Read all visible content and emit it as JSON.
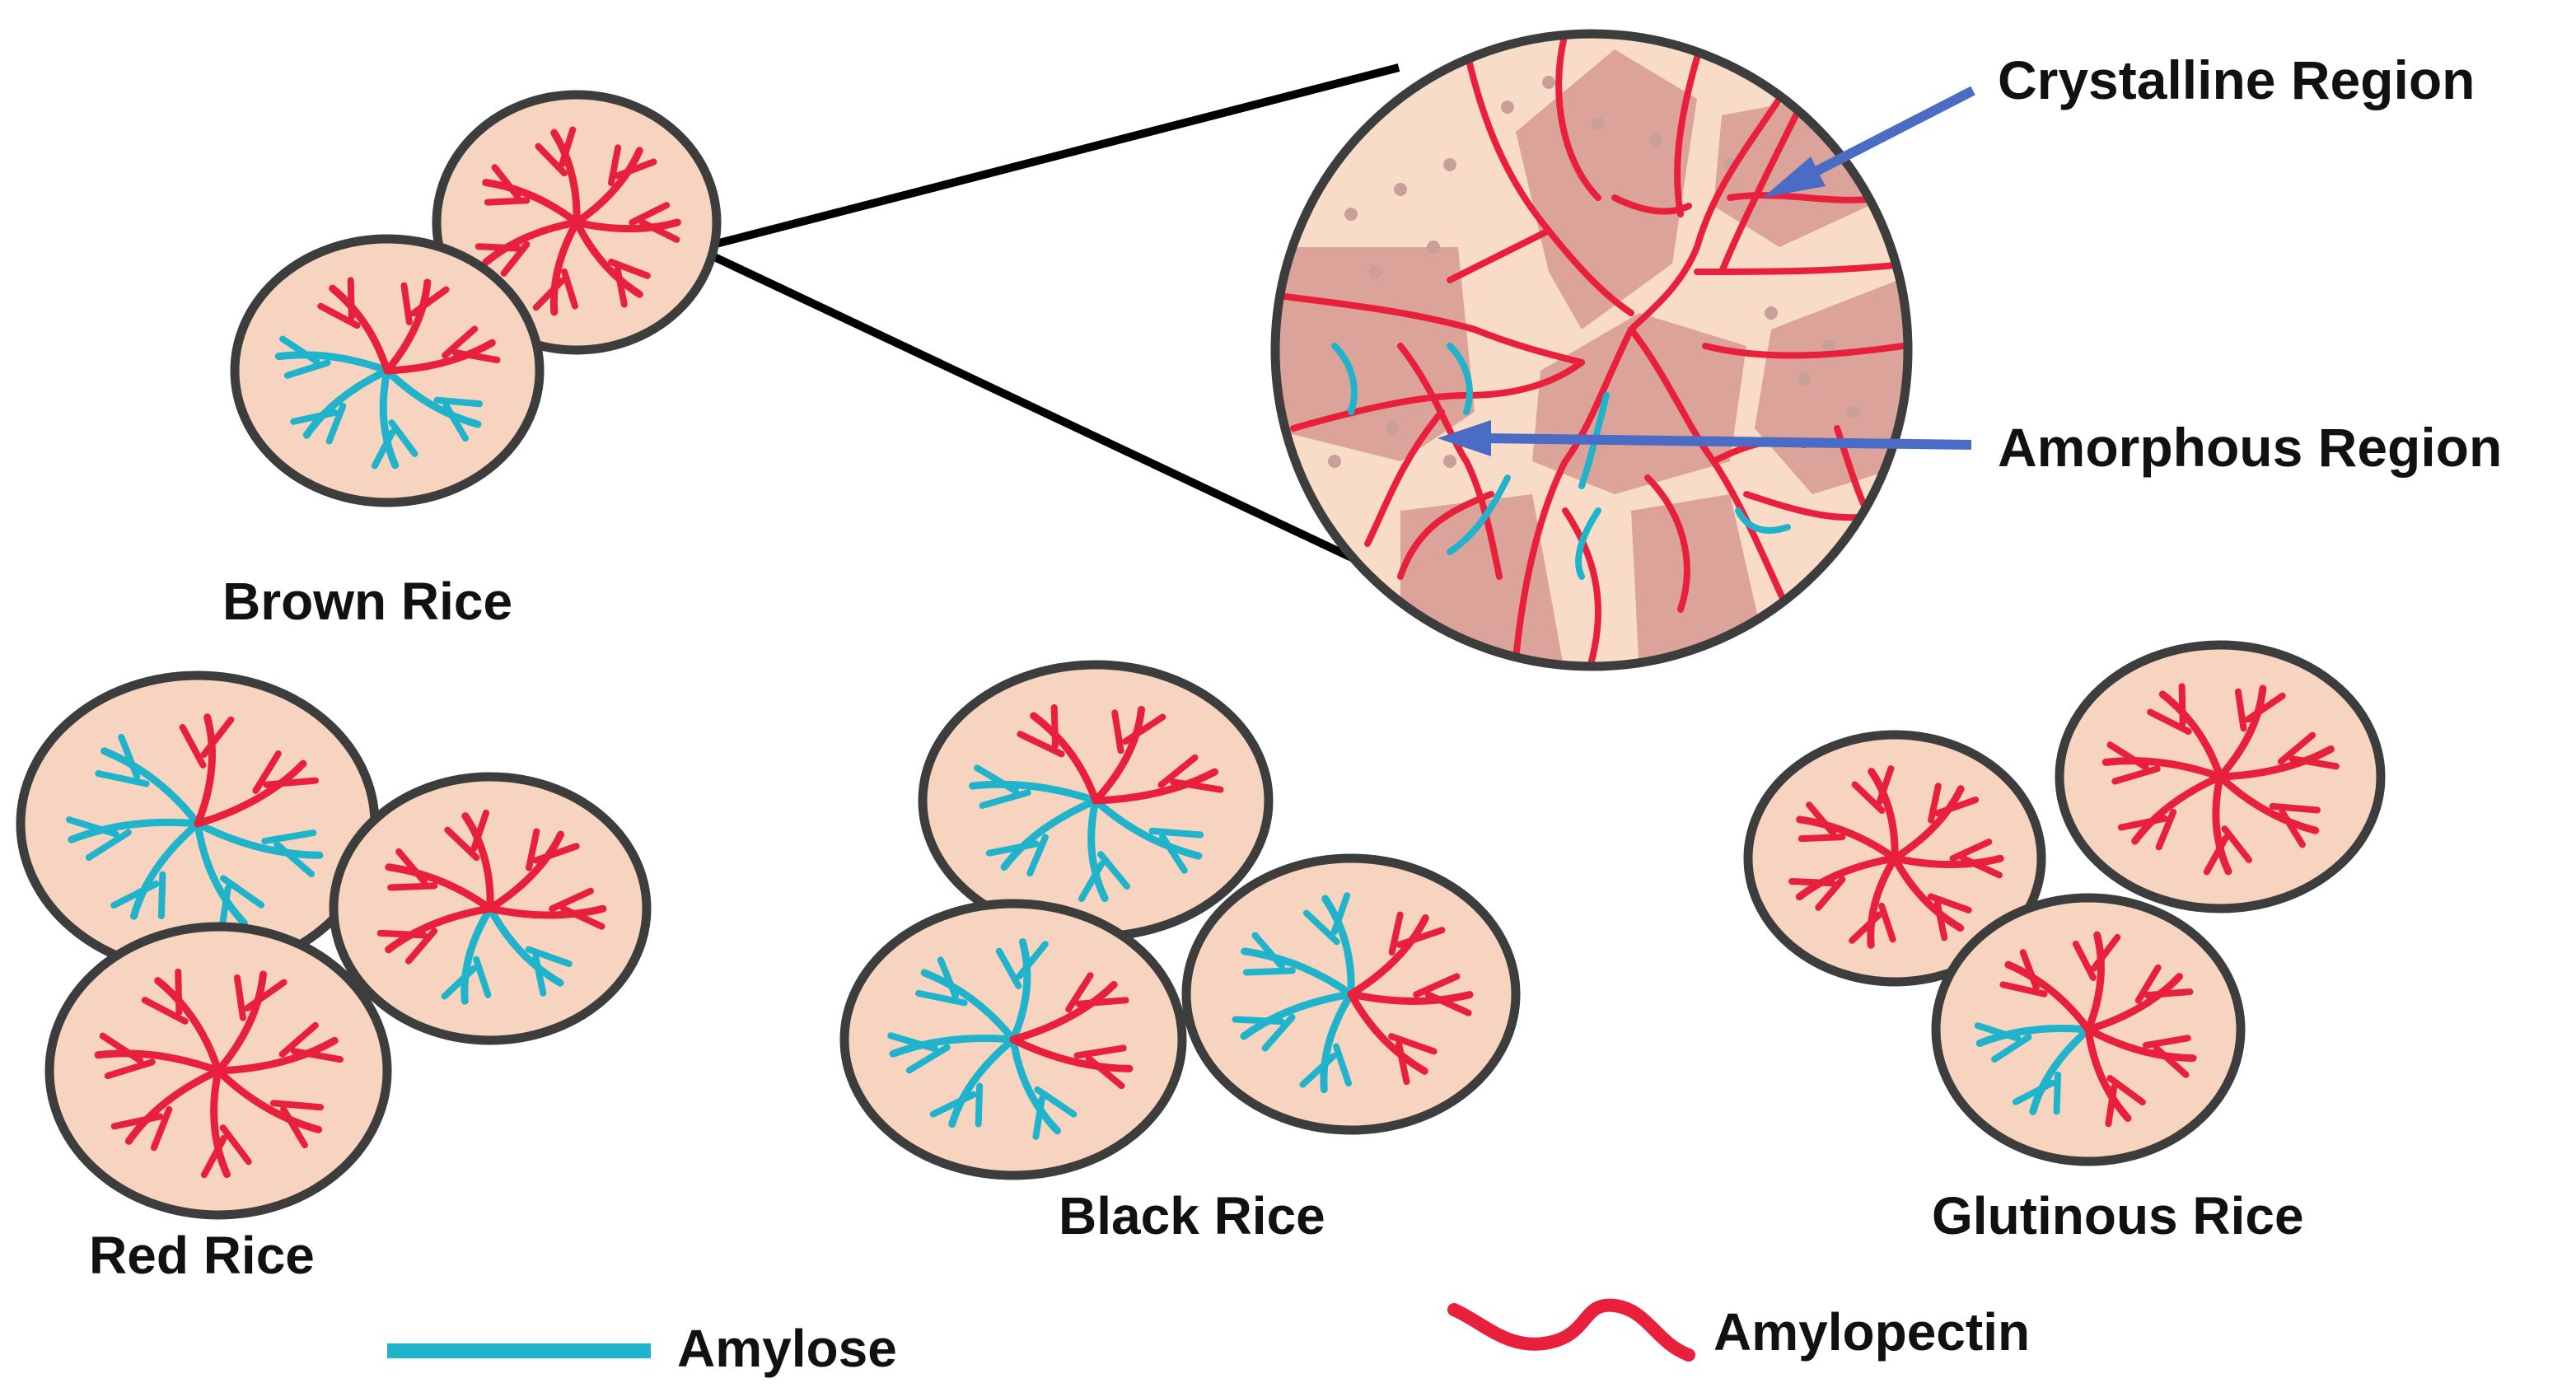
{
  "colors": {
    "granule_fill": "#f7d4bf",
    "granule_outline": "#3d3d3d",
    "amylopectin": "#e8203c",
    "amylose": "#1fb3cc",
    "crystalline_fill": "#dba39a",
    "amorphous_fill": "#f8dcc8",
    "pointer_arrow": "#4a6cc4",
    "zoom_line": "#000000"
  },
  "labels": {
    "brown_rice": "Brown Rice",
    "red_rice": "Red Rice",
    "black_rice": "Black Rice",
    "glutinous_rice": "Glutinous Rice",
    "crystalline_region": "Crystalline Region",
    "amorphous_region": "Amorphous Region"
  },
  "legend": {
    "amylose": "Amylose",
    "amylopectin": "Amylopectin"
  }
}
